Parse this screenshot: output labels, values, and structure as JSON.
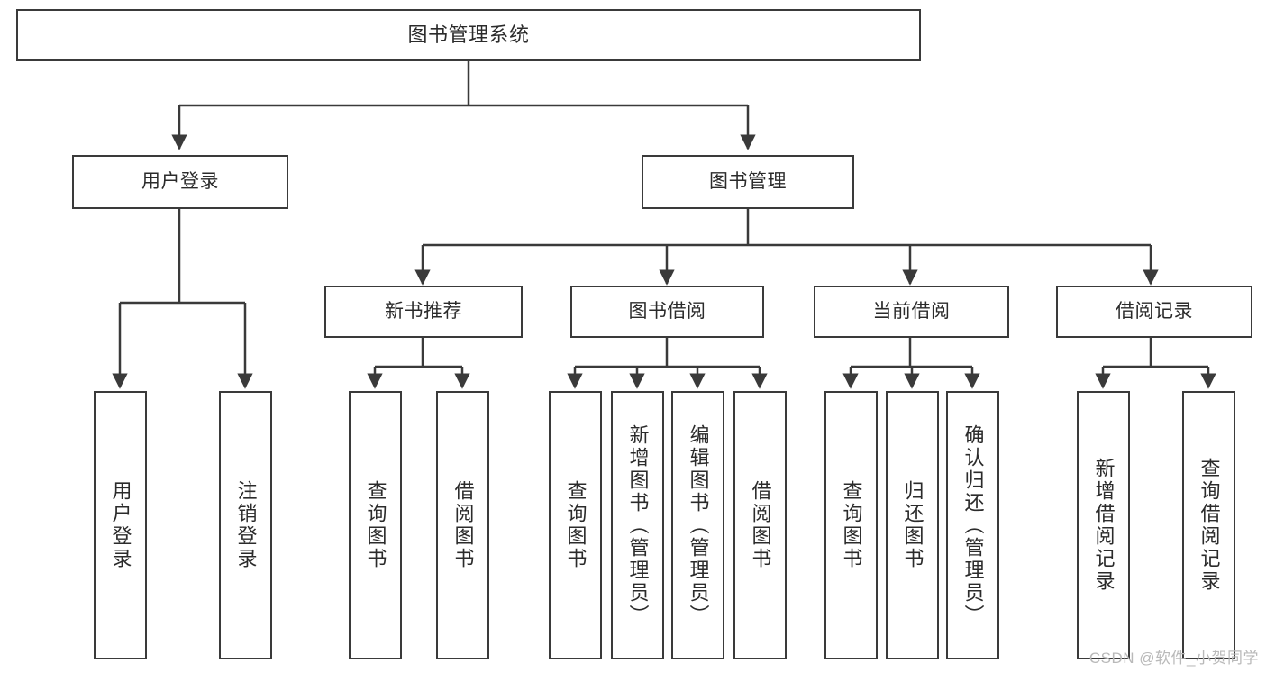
{
  "diagram": {
    "title": "图书管理系统",
    "type": "tree",
    "colors": {
      "stroke": "#3a3a3a",
      "text": "#2b2b2b",
      "background": "#ffffff",
      "watermark": "#b9b9b9"
    },
    "nodes": {
      "root": {
        "label": "图书管理系统"
      },
      "level2": [
        {
          "label": "用户登录"
        },
        {
          "label": "图书管理"
        }
      ],
      "level3": [
        {
          "label": "新书推荐"
        },
        {
          "label": "图书借阅"
        },
        {
          "label": "当前借阅"
        },
        {
          "label": "借阅记录"
        }
      ],
      "leaves": {
        "user_login": [
          {
            "label": "用户登录"
          },
          {
            "label": "注销登录"
          }
        ],
        "new_book_recommend": [
          {
            "label": "查询图书"
          },
          {
            "label": "借阅图书"
          }
        ],
        "book_borrow": [
          {
            "label": "查询图书"
          },
          {
            "label": "新增图书（管理员）"
          },
          {
            "label": "编辑图书（管理员）"
          },
          {
            "label": "借阅图书"
          }
        ],
        "current_borrow": [
          {
            "label": "查询图书"
          },
          {
            "label": "归还图书"
          },
          {
            "label": "确认归还（管理员）"
          }
        ],
        "borrow_record": [
          {
            "label": "新增借阅记录"
          },
          {
            "label": "查询借阅记录"
          }
        ]
      }
    },
    "watermark": "CSDN @软件_小贺同学"
  }
}
